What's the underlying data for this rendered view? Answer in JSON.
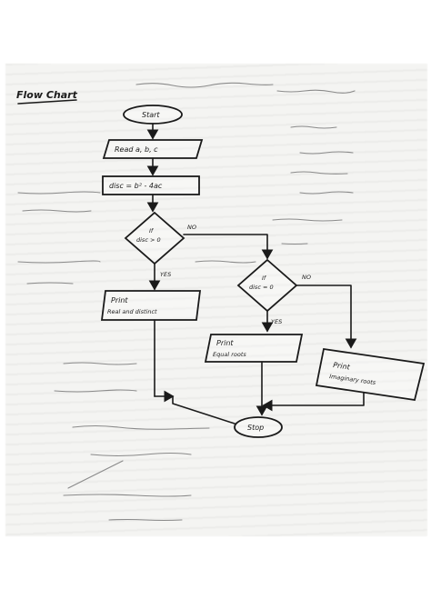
{
  "sheet": {
    "title": "Flow Chart",
    "header_note": "",
    "side_notes": [],
    "footer_note": ""
  },
  "flowchart": {
    "start": "Start",
    "input": "Read a, b, c",
    "compute": "disc = b² - 4ac",
    "decision1": {
      "line1": "If",
      "line2": "disc > 0"
    },
    "decision1_no": "NO",
    "decision1_yes": "YES",
    "output_real": {
      "line1": "Print",
      "line2": "Real and distinct"
    },
    "decision2": {
      "line1": "If",
      "line2": "disc = 0"
    },
    "decision2_no": "NO",
    "decision2_yes": "YES",
    "output_equal": {
      "line1": "Print",
      "line2": "Equal roots"
    },
    "output_imag": {
      "line1": "Print",
      "line2": "Imaginary roots"
    },
    "stop": "Stop"
  },
  "colors": {
    "ink": "#1a1a1a",
    "paper": "#f4f4f2"
  }
}
